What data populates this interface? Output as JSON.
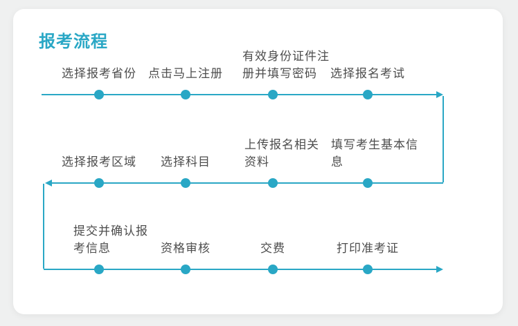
{
  "title": "报考流程",
  "colors": {
    "accent": "#29a7c5",
    "label_text": "#4d4d4d",
    "card_bg": "#ffffff",
    "page_bg": "#eff0f0"
  },
  "flow": {
    "rows": [
      {
        "steps": [
          {
            "lines": [
              "选择报考省份"
            ]
          },
          {
            "lines": [
              "点击马上注册"
            ]
          },
          {
            "lines": [
              "有效身份证件注",
              "册并填写密码"
            ]
          },
          {
            "lines": [
              "选择报名考试"
            ]
          }
        ]
      },
      {
        "steps": [
          {
            "lines": [
              "选择报考区域"
            ]
          },
          {
            "lines": [
              "选择科目"
            ]
          },
          {
            "lines": [
              "上传报名相关",
              "资料"
            ]
          },
          {
            "lines": [
              "填写考生基本信",
              "息"
            ]
          }
        ]
      },
      {
        "steps": [
          {
            "lines": [
              "提交并确认报",
              "考信息"
            ]
          },
          {
            "lines": [
              "资格审核"
            ]
          },
          {
            "lines": [
              "交费"
            ]
          },
          {
            "lines": [
              "打印准考证"
            ]
          }
        ]
      }
    ]
  }
}
